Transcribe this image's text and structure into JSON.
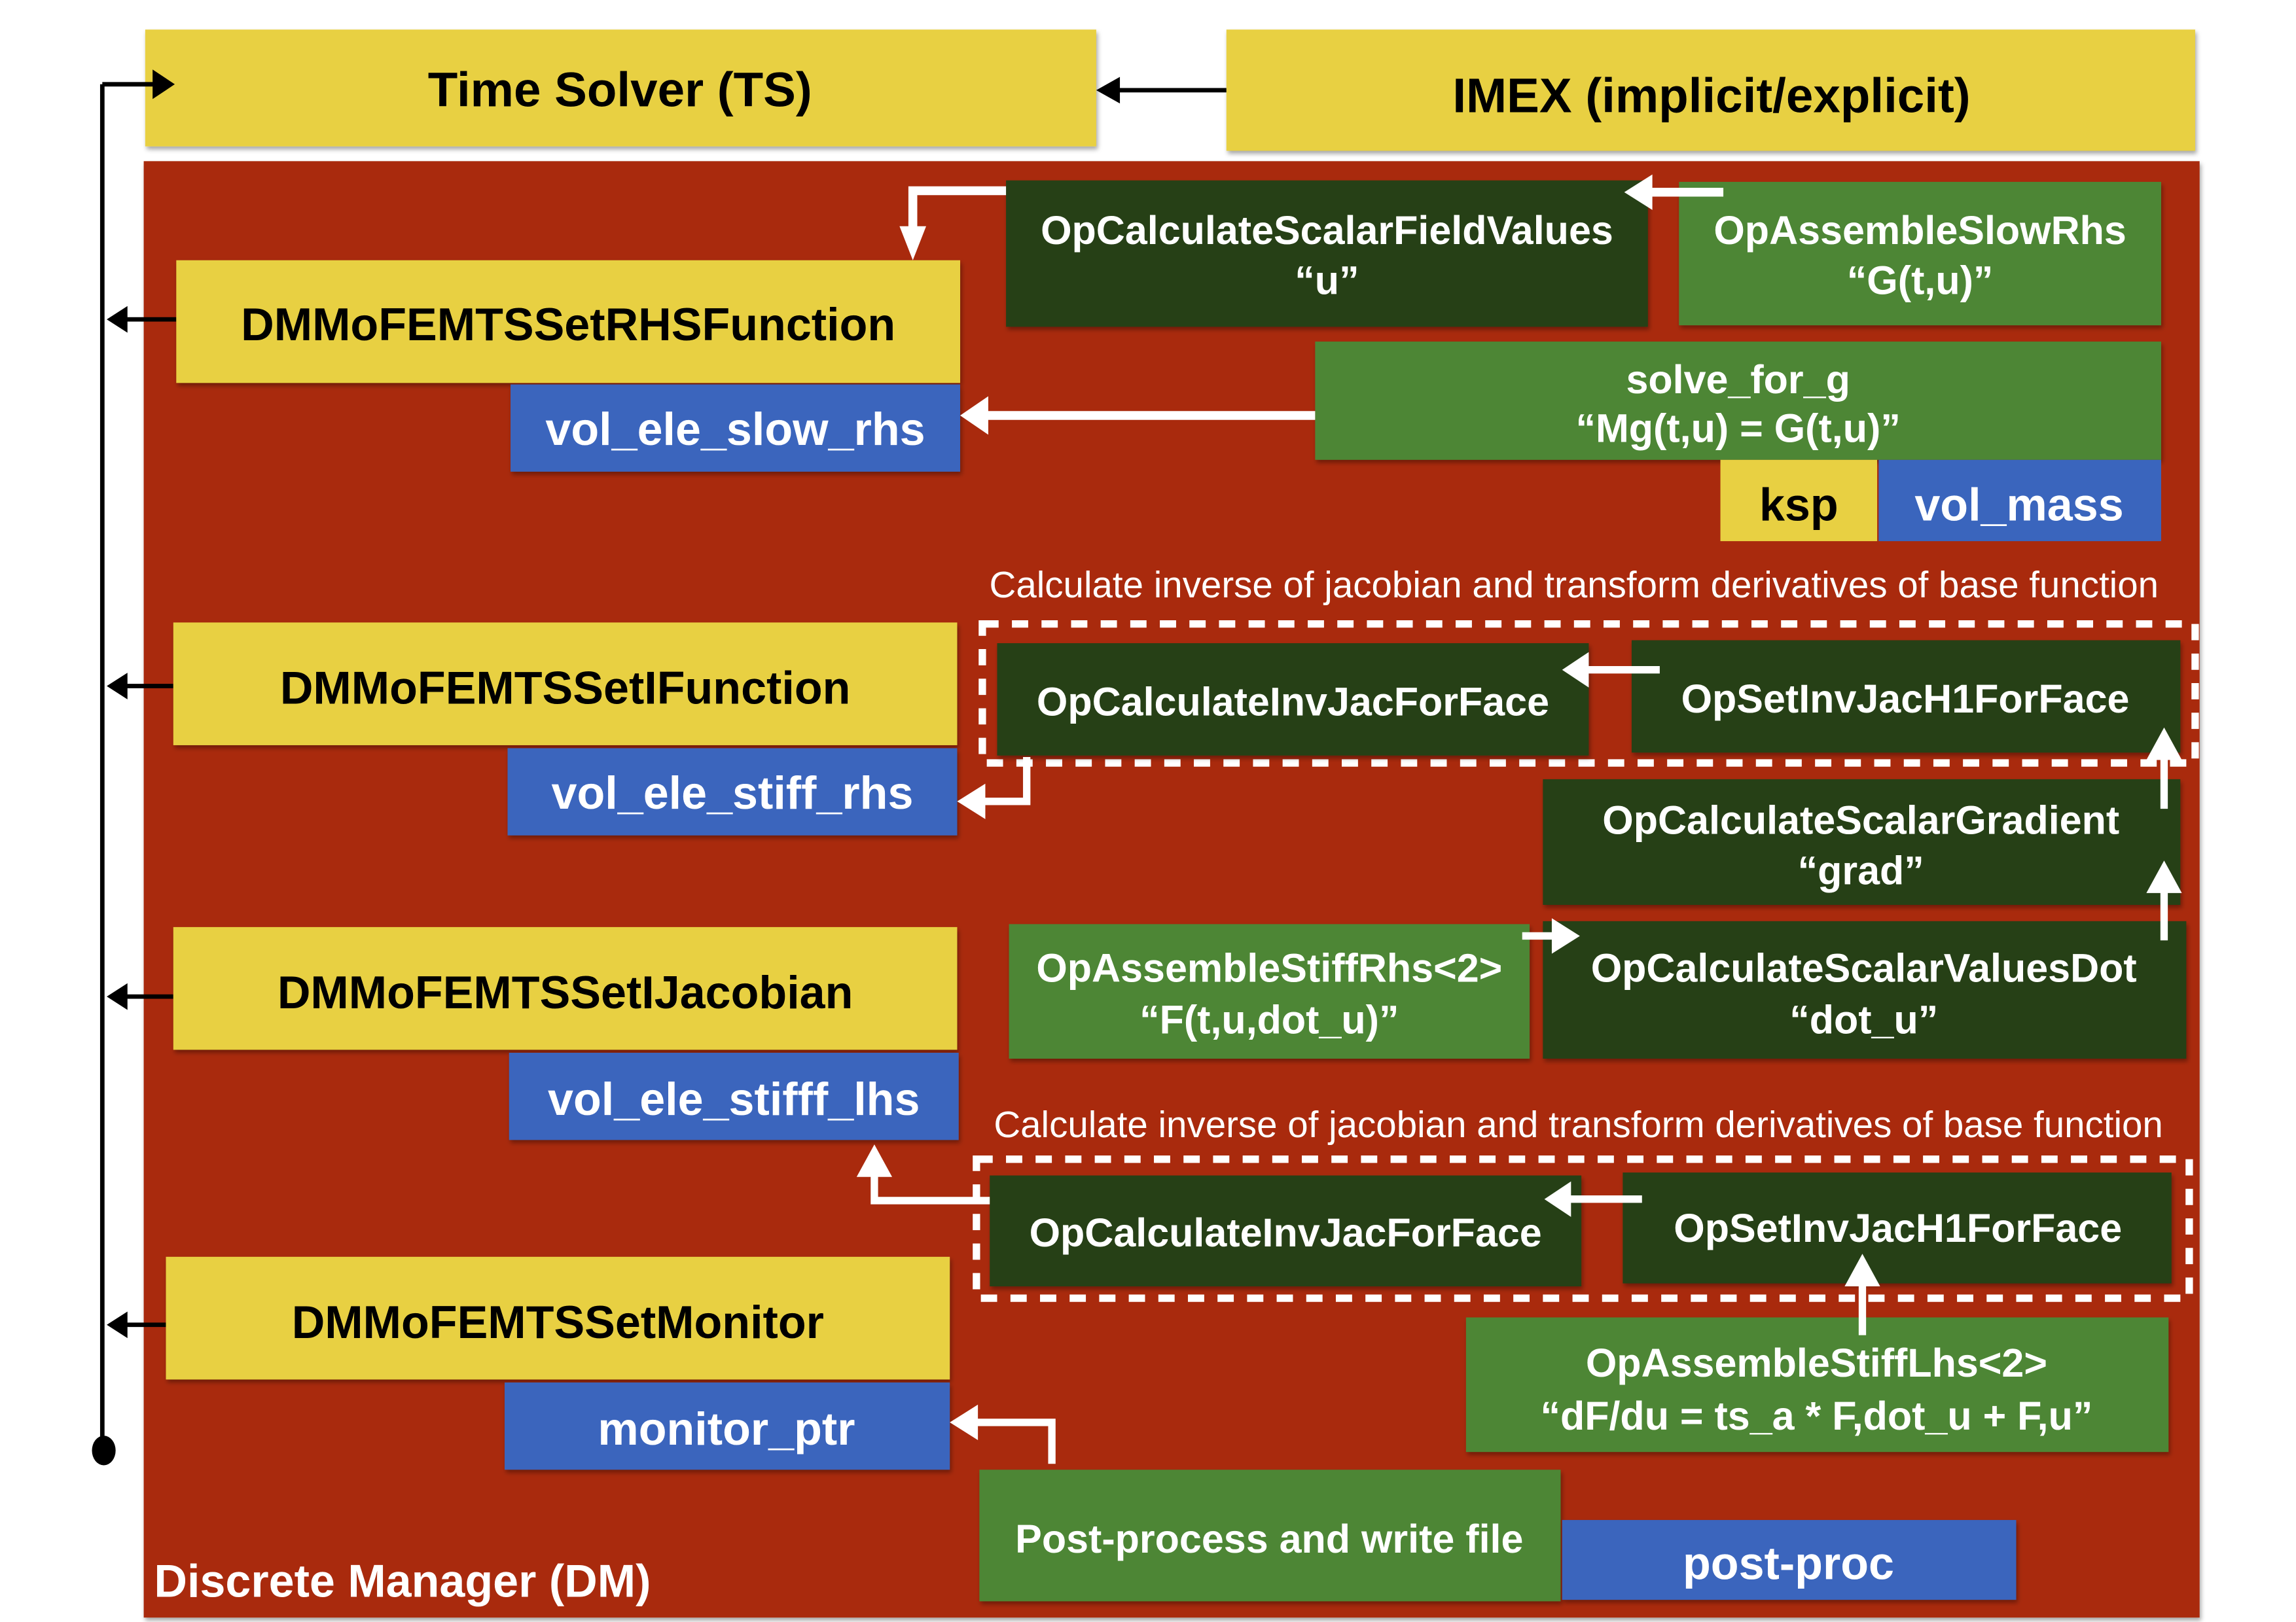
{
  "colors": {
    "yellow": "#E8D042",
    "red": "#A9290C",
    "dark_green": "#284116",
    "green": "#4E8634",
    "blue": "#3A65BD",
    "white": "#FFFFFF",
    "black": "#000000"
  },
  "top": {
    "time_solver": "Time Solver (TS)",
    "imex": "IMEX (implicit/explicit)"
  },
  "dm": {
    "label": "Discrete Manager (DM)",
    "functions": [
      {
        "name": "DMMoFEMTSSetRHSFunction",
        "element": "vol_ele_slow_rhs"
      },
      {
        "name": "DMMoFEMTSSetIFunction",
        "element": "vol_ele_stiff_rhs"
      },
      {
        "name": "DMMoFEMTSSetIJacobian",
        "element": "vol_ele_stifff_lhs"
      },
      {
        "name": "DMMoFEMTSSetMonitor",
        "element": "monitor_ptr"
      }
    ]
  },
  "rhs_ops": {
    "scalar_field": {
      "title": "OpCalculateScalarFieldValues",
      "sub": "“u”"
    },
    "slow_rhs": {
      "title": "OpAssembleSlowRhs",
      "sub": "“G(t,u)”"
    },
    "solve": {
      "title": "solve_for_g",
      "sub": "“Mg(t,u) = G(t,u)”"
    },
    "ksp": "ksp",
    "vol_mass": "vol_mass"
  },
  "caption": "Calculate inverse of jacobian and transform derivatives of base function",
  "ifunc_ops": {
    "inv_jac": "OpCalculateInvJacForFace",
    "set_inv_jac": "OpSetInvJacH1ForFace",
    "gradient": {
      "title": "OpCalculateScalarGradient",
      "sub": "“grad”"
    },
    "stiff_rhs": {
      "title": "OpAssembleStiffRhs<2>",
      "sub": "“F(t,u,dot_u)”"
    },
    "values_dot": {
      "title": "OpCalculateScalarValuesDot",
      "sub": "“dot_u”"
    }
  },
  "ijac_ops": {
    "inv_jac": "OpCalculateInvJacForFace",
    "set_inv_jac": "OpSetInvJacH1ForFace",
    "stiff_lhs": {
      "title": "OpAssembleStiffLhs<2>",
      "sub": "“dF/du = ts_a * F,dot_u + F,u”"
    }
  },
  "monitor_ops": {
    "post_process": "Post-process and write file",
    "post_proc": "post-proc"
  }
}
